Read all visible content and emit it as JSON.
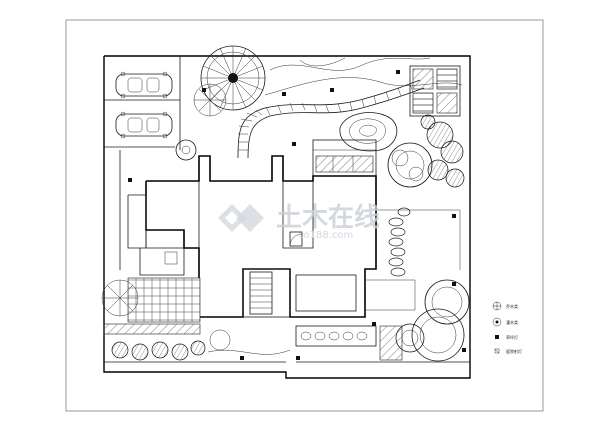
{
  "watermark": {
    "logo_text": "土木在线",
    "url_text": "co188.com"
  },
  "legend": {
    "items": [
      {
        "icon": "tree-symbol-icon",
        "label": "乔木类"
      },
      {
        "icon": "shrub-symbol-icon",
        "label": "灌木类"
      },
      {
        "icon": "lamp-symbol-icon",
        "label": "草坪灯"
      },
      {
        "icon": "spotlight-symbol-icon",
        "label": "庭院射灯"
      }
    ]
  }
}
